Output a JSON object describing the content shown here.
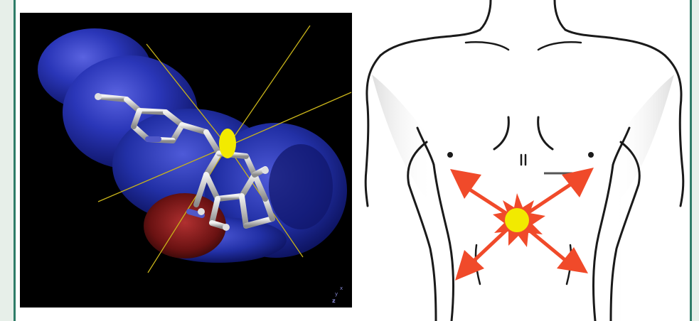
{
  "frame": {
    "accent_color": "#2f7d68",
    "bg_color": "#e7efe9"
  },
  "left_panel": {
    "background": "#000000",
    "surface_color": "#2a36b8",
    "negative_region_color": "#8a1c1c",
    "marker_color": "#f2ea00",
    "ray_color": "#c9b41a",
    "axis_triad": {
      "x": "x",
      "y": "y",
      "z": "z"
    }
  },
  "right_panel": {
    "outline_color": "#1a1a1a",
    "arrow_color": "#f04a2a",
    "burst_center_color": "#f2ea00",
    "icons": [
      "torso-outline",
      "radiating-pain-arrows"
    ]
  }
}
